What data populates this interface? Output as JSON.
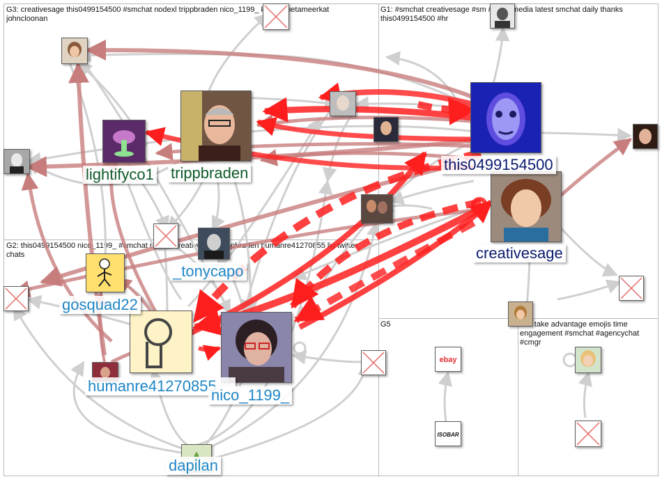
{
  "groups": [
    {
      "id": "g3",
      "title": "G3: creativesage this0499154500 #smchat nodexl trippbraden nico_1199_ krcraft metameerkat johncloonan"
    },
    {
      "id": "g1",
      "title": "G1: #smchat creativesage #sm #socialmedia latest smchat daily thanks this0499154500 #hr"
    },
    {
      "id": "g2",
      "title": "G2: this0499154500 nico_1199_ #smchat nodexl creativesage trippbraden humanre41270855 lig twitter chats"
    },
    {
      "id": "g5",
      "title": "G5"
    },
    {
      "id": "g4",
      "title": "G4: take advantage emojis time engagement #smchat #agencychat #cmgr"
    }
  ],
  "labels": {
    "this0499154500": "this0499154500",
    "creativesage": "creativesage",
    "lightifyco1": "lightifyco1",
    "trippbraden": "trippbraden",
    "tonycapo": "_tonycapo",
    "gosquad22": "gosquad22",
    "humanre": "humanre41270855",
    "nico": "nico_1199_",
    "dapilan": "dapilan"
  },
  "logos": {
    "ebay": "ebay",
    "isobar": "ISOBAR"
  },
  "colors": {
    "strong_edge": "#ff1e1e",
    "medium_edge": "#c87d7d",
    "light_edge": "#cfcfcf",
    "panel_border": "#b9b9b9"
  }
}
